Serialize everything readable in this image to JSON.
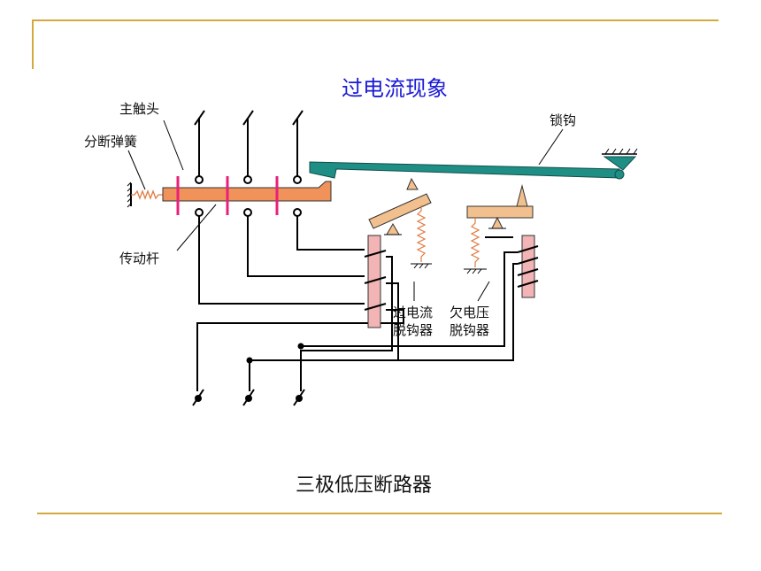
{
  "title": "过电流现象",
  "caption": "三极低压断路器",
  "labels": {
    "main_contact": "主触头",
    "break_spring": "分断弹簧",
    "latch_hook": "锁钩",
    "transmission_rod": "传动杆",
    "overcurrent_release_line1": "过电流",
    "overcurrent_release_line2": "脱钩器",
    "undervoltage_release_line1": "欠电压",
    "undervoltage_release_line2": "脱钩器"
  },
  "colors": {
    "title": "#1a1ad6",
    "rule": "#d4a93c",
    "rod": "#f0925a",
    "hook": "#1f8f86",
    "lever": "#f2c08e",
    "coil_core": "#f2b4b4",
    "contact_marker": "#e8207a",
    "spring": "#e07a40"
  }
}
